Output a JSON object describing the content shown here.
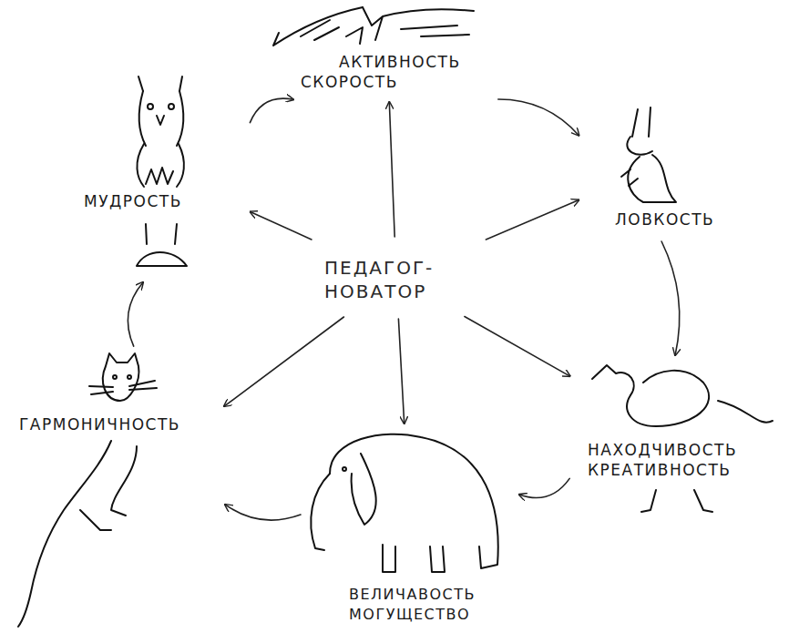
{
  "diagram": {
    "nodes": [
      {
        "text": [
          "АКТИВНОСТЬ СКОРОСТЬ"
        ]
      },
      {
        "text": [
          "МУДРОСТЬ"
        ]
      },
      {
        "text": [
          "ЛОВКОСТЬ"
        ]
      },
      {
        "text": [
          "ПЕДАГОГ-НОВАТОР"
        ]
      },
      {
        "text": [
          "ГАРМОНИЧНОСТЬ"
        ]
      },
      {
        "text": [
          "НАХОДЧИВОСТЬ КРЕАТИВНОСТЬ"
        ]
      },
      {
        "text": [
          "ВЕЛИЧАВОСТЬ МОГУЩЕСТВО"
        ]
      }
    ],
    "edges": [
      {
        "from": 0,
        "to": 2,
        "arrow": "to"
      },
      {
        "from": 2,
        "to": 5,
        "arrow": "to"
      },
      {
        "from": 5,
        "to": 6,
        "arrow": "to"
      },
      {
        "from": 6,
        "to": 4,
        "arrow": "to"
      },
      {
        "from": 4,
        "to": 1,
        "arrow": "to"
      },
      {
        "from": 1,
        "to": 0,
        "arrow": "to"
      },
      {
        "from": 3,
        "to": 0,
        "arrow": "to"
      },
      {
        "from": 3,
        "to": 1,
        "arrow": "to"
      },
      {
        "from": 3,
        "to": 2,
        "arrow": "to"
      },
      {
        "from": 3,
        "to": 4,
        "arrow": "to"
      },
      {
        "from": 3,
        "to": 5,
        "arrow": "to"
      },
      {
        "from": 3,
        "to": 6,
        "arrow": "to"
      }
    ]
  }
}
